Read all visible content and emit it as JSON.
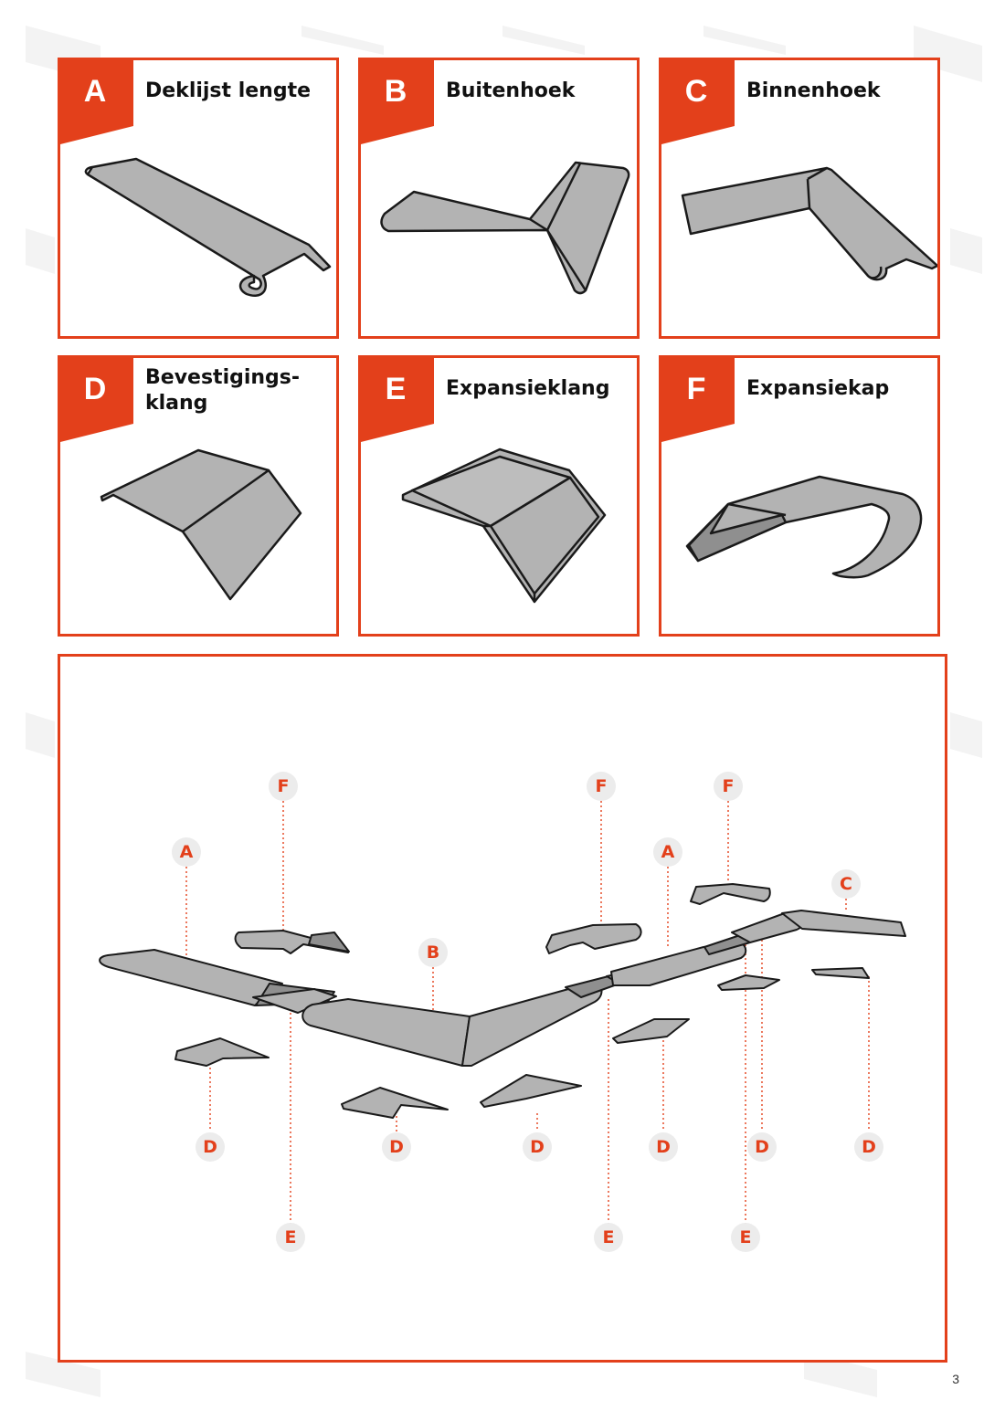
{
  "colors": {
    "accent": "#e3401b",
    "part_fill": "#b3b3b3",
    "part_stroke": "#1a1a1a",
    "callout_bg": "#ececec"
  },
  "cards": [
    {
      "letter": "A",
      "title": "Deklijst lengte"
    },
    {
      "letter": "B",
      "title": "Buitenhoek"
    },
    {
      "letter": "C",
      "title": "Binnenhoek"
    },
    {
      "letter": "D",
      "title": "Bevestigings-\nklang"
    },
    {
      "letter": "E",
      "title": "Expansieklang"
    },
    {
      "letter": "F",
      "title": "Expansiekap"
    }
  ],
  "diagram": {
    "callouts": [
      "F",
      "F",
      "F",
      "A",
      "A",
      "C",
      "B",
      "D",
      "D",
      "D",
      "D",
      "D",
      "D",
      "E",
      "E",
      "E"
    ]
  },
  "page_number": "3"
}
